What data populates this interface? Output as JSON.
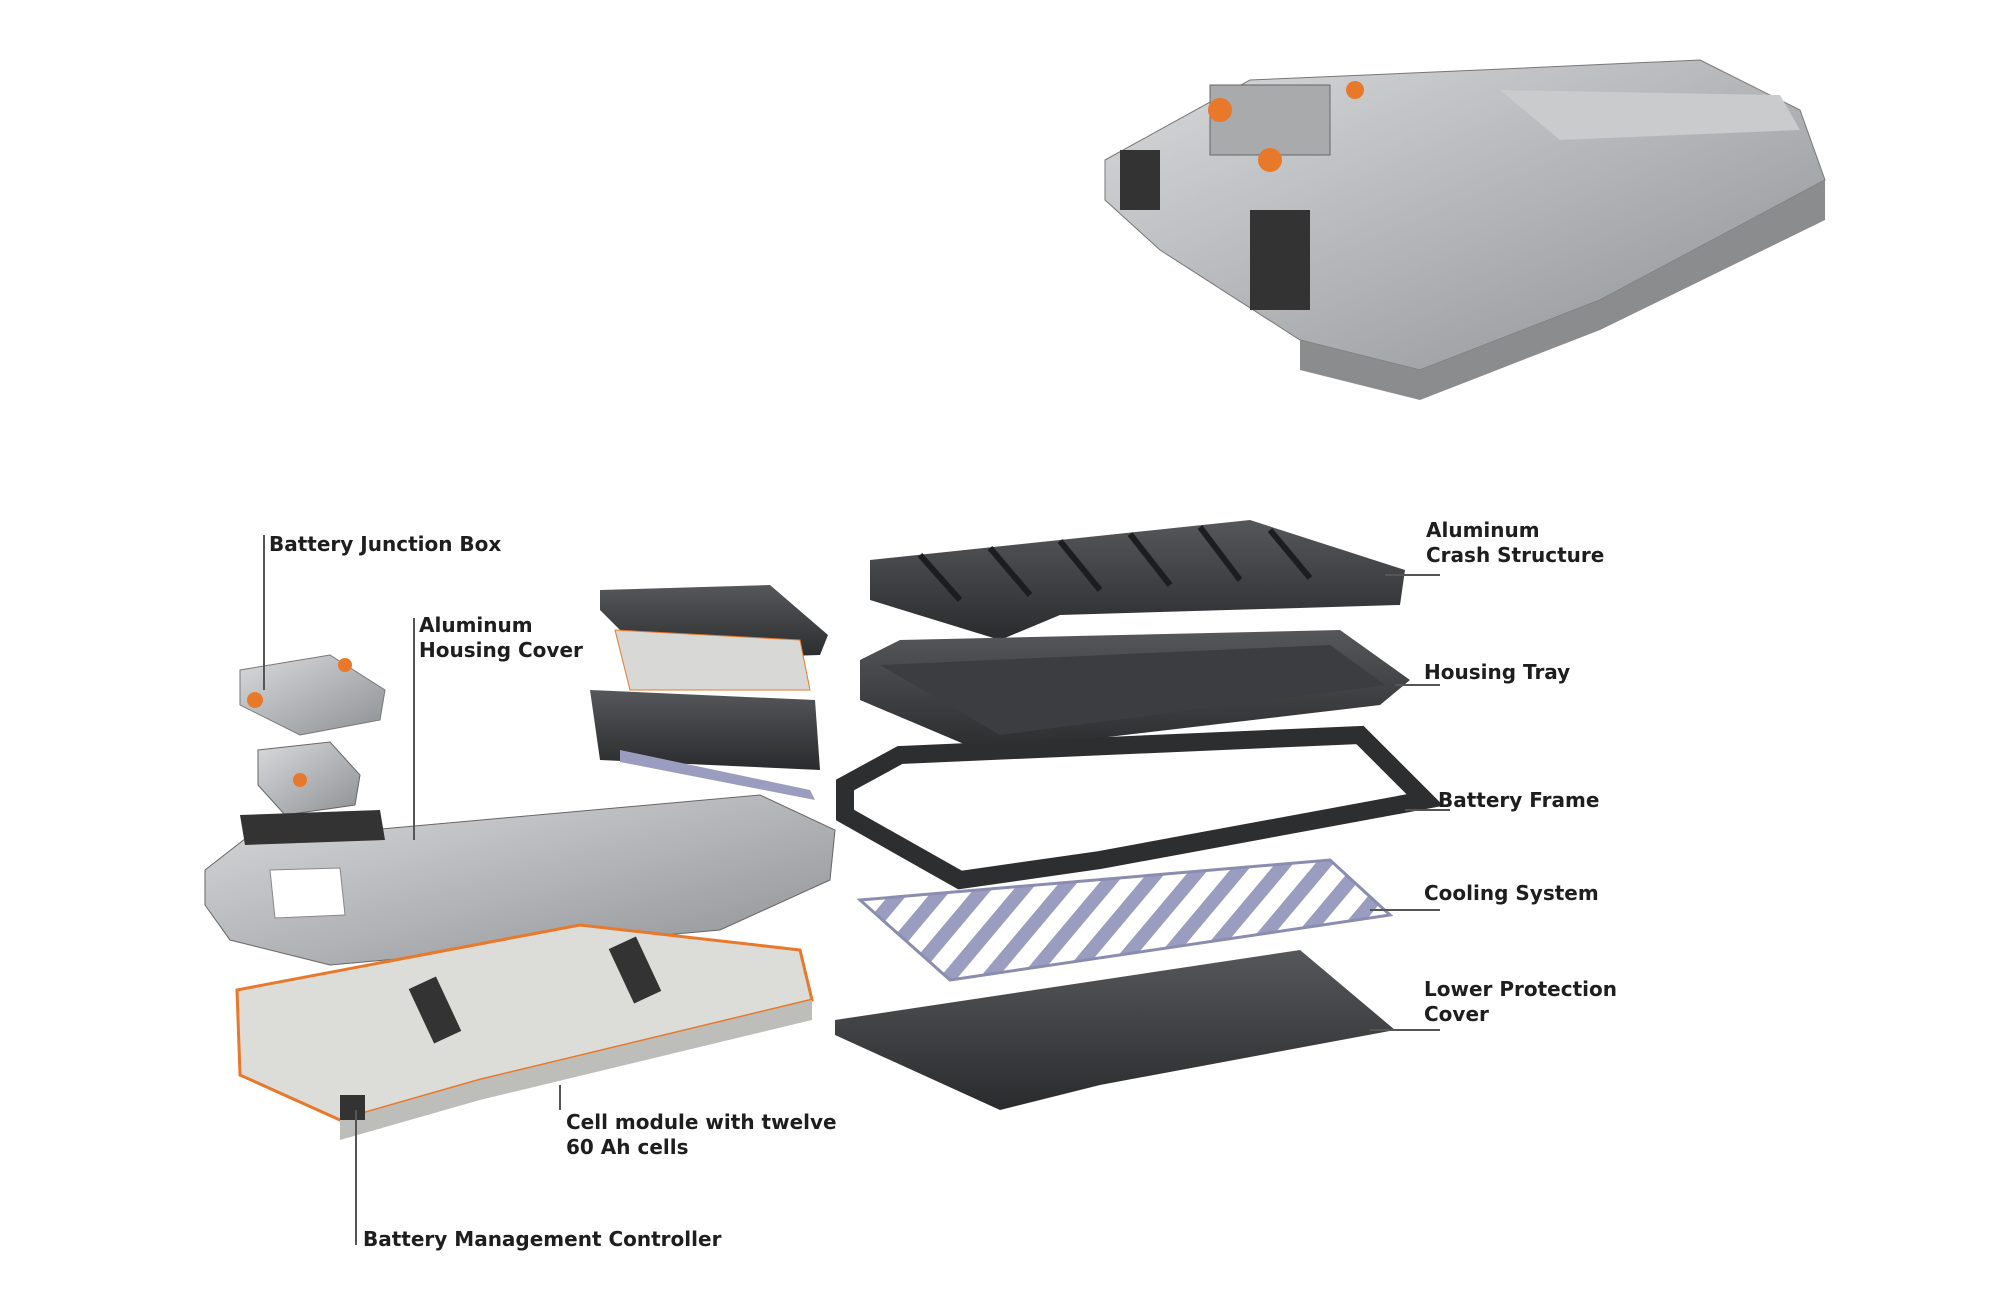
{
  "labels": {
    "battery_junction_box": "Battery Junction Box",
    "aluminum_housing_cover": "Aluminum\nHousing Cover",
    "aluminum_crash_structure": "Aluminum\nCrash Structure",
    "housing_tray": "Housing Tray",
    "battery_frame": "Battery Frame",
    "cooling_system": "Cooling System",
    "lower_protection_cover": "Lower Protection\nCover",
    "cell_module": "Cell module with twelve\n60 Ah cells",
    "battery_management_controller": "Battery Management Controller"
  },
  "colors": {
    "aluminum": "#b8babd",
    "dark_part": "#3a3b3e",
    "orange_accent": "#e8792b",
    "leader_line": "#555555"
  }
}
